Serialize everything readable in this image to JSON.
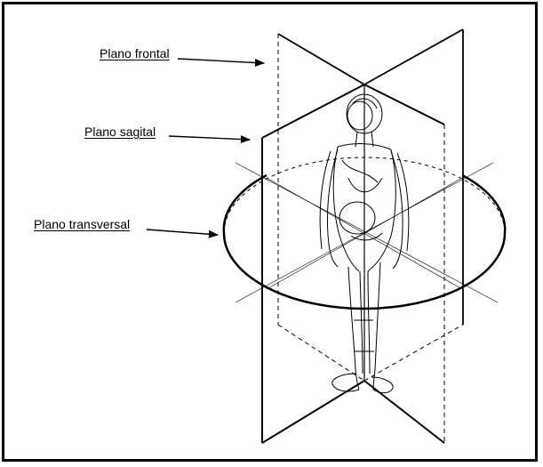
{
  "labels": {
    "frontal": "Plano frontal",
    "sagital": "Plano sagital",
    "transversal": "Plano transversal"
  },
  "colors": {
    "line": "#000000",
    "background": "#ffffff"
  }
}
